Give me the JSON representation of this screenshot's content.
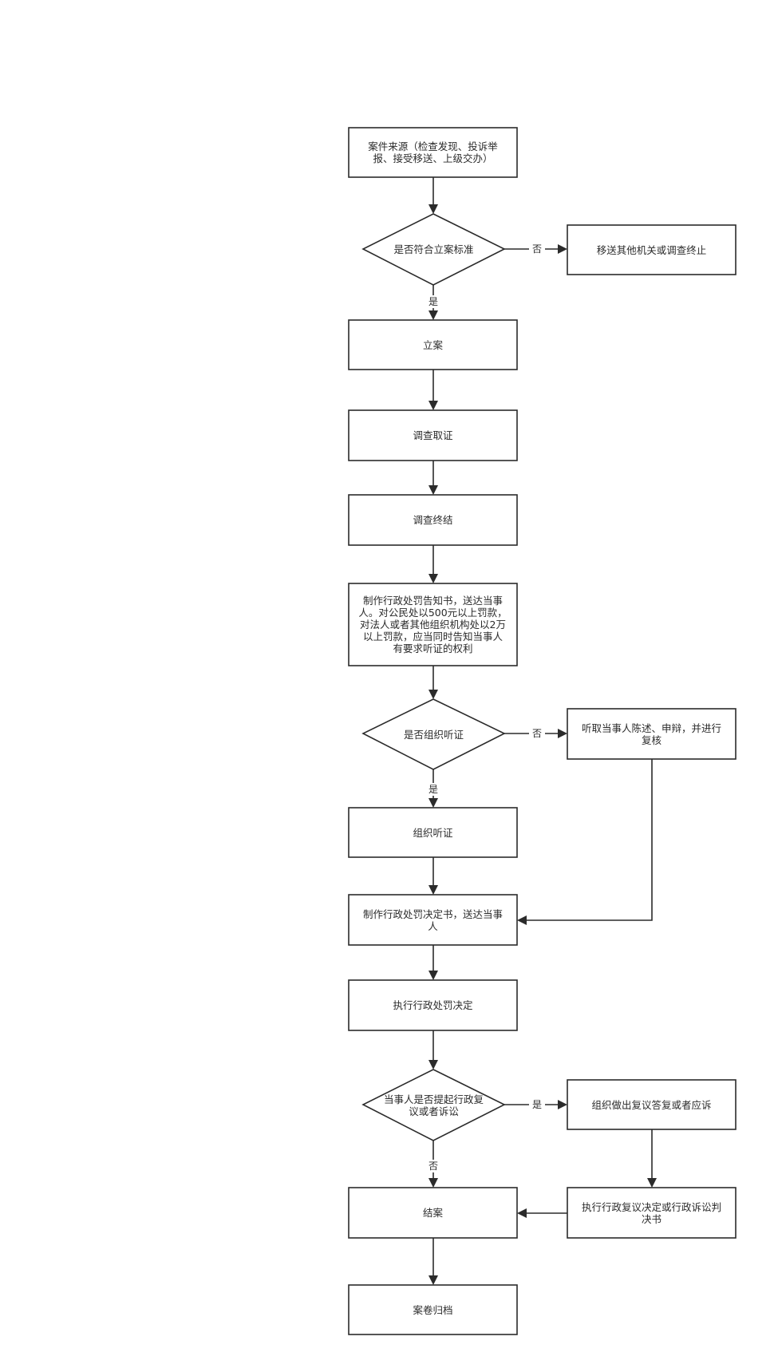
{
  "nodes": {
    "case_source": "案件来源（检查发现、投诉举报、接受移送、上级交办）",
    "meets_filing_standard": "是否符合立案标准",
    "transfer_or_terminate": "移送其他机关或调查终止",
    "file_case": "立案",
    "investigate": "调查取证",
    "investigation_end": "调查终结",
    "penalty_notice": "制作行政处罚告知书，送达当事人。对公民处以500元以上罚款，对法人或者其他组织机构处以2万以上罚款，应当同时告知当事人有要求听证的权利",
    "hold_hearing_question": "是否组织听证",
    "hear_statements": "听取当事人陈述、申辩，并进行复核",
    "hold_hearing": "组织听证",
    "penalty_decision": "制作行政处罚决定书，送达当事人",
    "execute_decision": "执行行政处罚决定",
    "appeal_question": "当事人是否提起行政复议或者诉讼",
    "respond_appeal": "组织做出复议答复或者应诉",
    "execute_ruling": "执行行政复议决定或行政诉讼判决书",
    "close_case": "结案",
    "archive": "案卷归档"
  },
  "edge_labels": {
    "filing_no": "否",
    "filing_yes": "是",
    "hearing_no": "否",
    "hearing_yes": "是",
    "appeal_yes": "是",
    "appeal_no": "否"
  },
  "colors": {
    "stroke": "#2b2b2b",
    "background": "#ffffff"
  }
}
